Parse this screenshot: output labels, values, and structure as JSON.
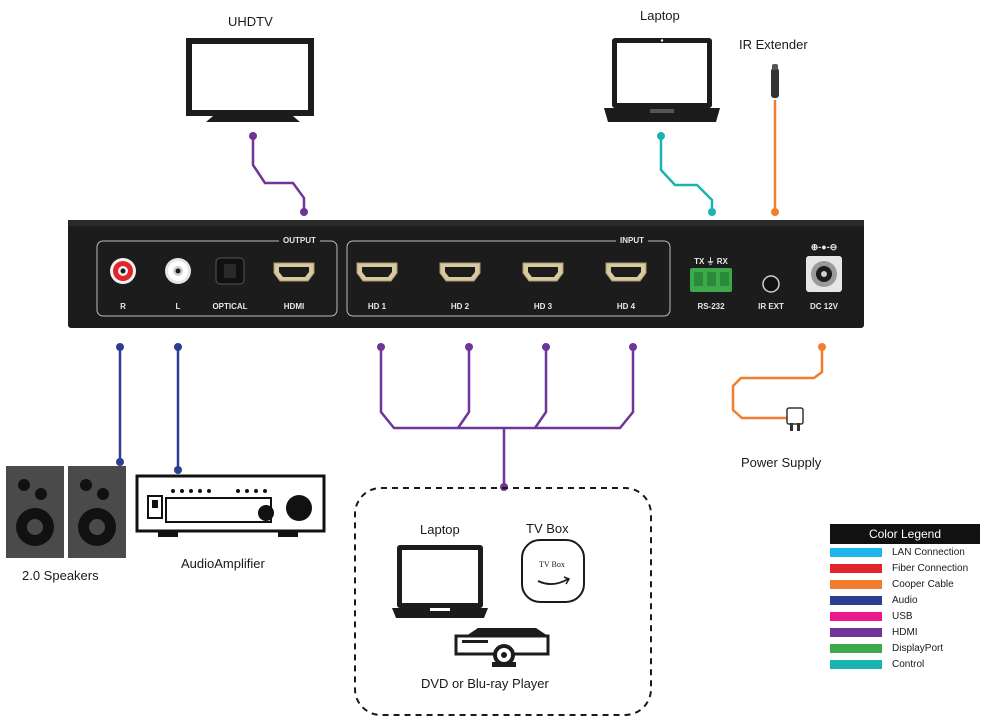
{
  "devices": {
    "uhdtv": "UHDTV",
    "laptop_top": "Laptop",
    "ir_extender": "IR Extender",
    "power_supply": "Power Supply",
    "speakers": "2.0 Speakers",
    "amplifier": "AudioAmplifier",
    "laptop_src": "Laptop",
    "tv_box": "TV Box",
    "tv_box_logo": "TV Box",
    "dvd": "DVD or Blu-ray Player"
  },
  "panel": {
    "output_group": "OUTPUT",
    "input_group": "INPUT",
    "ports": {
      "r": "R",
      "l": "L",
      "optical": "OPTICAL",
      "hdmi_out": "HDMI",
      "hd1": "HD 1",
      "hd2": "HD 2",
      "hd3": "HD 3",
      "hd4": "HD 4",
      "rs232": "RS-232",
      "rs232_pins": "TX ⏚ RX",
      "ir_ext": "IR EXT",
      "dc": "DC 12V",
      "dc_polarity": "⊕-●-⊖"
    }
  },
  "legend": {
    "title": "Color Legend",
    "items": [
      {
        "label": "LAN Connection",
        "color": "#1fb6ec"
      },
      {
        "label": "Fiber Connection",
        "color": "#e2242b"
      },
      {
        "label": "Cooper Cable",
        "color": "#f07e2e"
      },
      {
        "label": "Audio",
        "color": "#2c3e8f"
      },
      {
        "label": "USB",
        "color": "#ec198c"
      },
      {
        "label": "HDMI",
        "color": "#6f3597"
      },
      {
        "label": "DisplayPort",
        "color": "#3aaa4a"
      },
      {
        "label": "Control",
        "color": "#19b3b1"
      }
    ]
  },
  "colors": {
    "hdmi": "#6f3597",
    "audio": "#2c3e8f",
    "control": "#19b3b1",
    "copper": "#f07e2e",
    "panel": "#1c1c1c",
    "rca_red": "#e2242b",
    "terminal_green": "#3aaa4a",
    "hdmi_port": "#d8c9a0"
  }
}
